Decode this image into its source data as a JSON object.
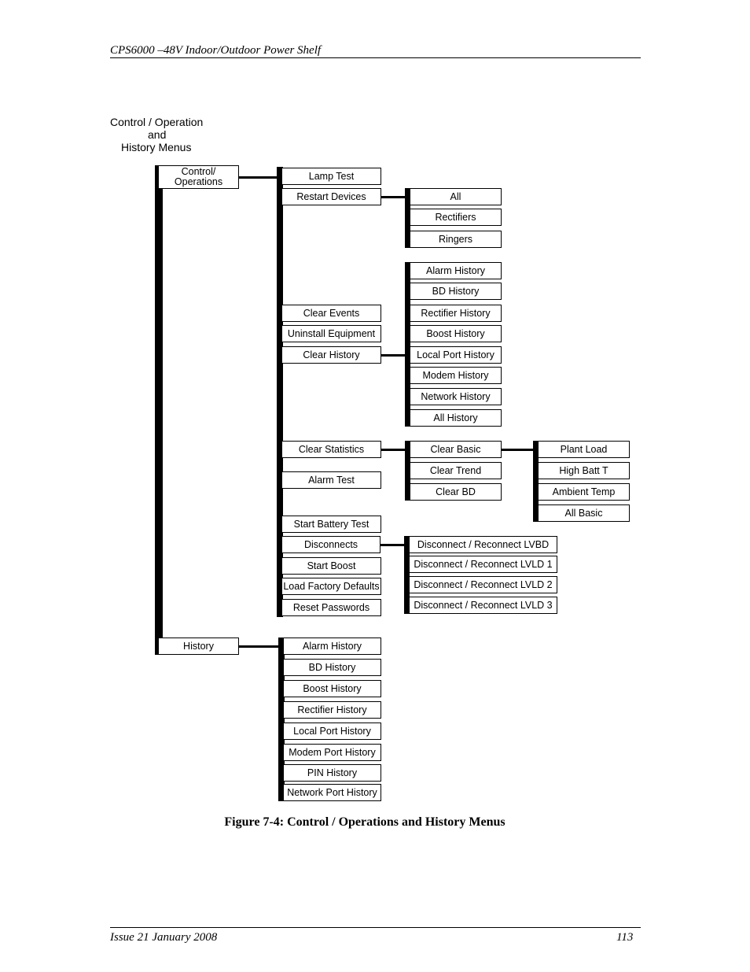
{
  "header": {
    "title": "CPS6000 –48V Indoor/Outdoor Power Shelf"
  },
  "footer": {
    "issue": "Issue 21 January 2008",
    "page": "113"
  },
  "diagram": {
    "title_lines": [
      "Control / Operation",
      "and",
      "History Menus"
    ],
    "caption": "Figure 7-4: Control / Operations and History Menus",
    "root": [
      "Control/ Operations",
      "History"
    ],
    "control_operations": [
      "Lamp Test",
      "Restart Devices",
      "Clear Events",
      "Uninstall Equipment",
      "Clear History",
      "Clear Statistics",
      "Alarm Test",
      "Start Battery Test",
      "Disconnects",
      "Start Boost",
      "Load Factory Defaults",
      "Reset Passwords"
    ],
    "restart_devices": [
      "All",
      "Rectifiers",
      "Ringers"
    ],
    "clear_history": [
      "Alarm History",
      "BD History",
      "Rectifier History",
      "Boost History",
      "Local Port History",
      "Modem History",
      "Network History",
      "All History"
    ],
    "clear_statistics": [
      "Clear Basic",
      "Clear Trend",
      "Clear BD"
    ],
    "clear_basic": [
      "Plant Load",
      "High Batt T",
      "Ambient Temp",
      "All Basic"
    ],
    "disconnects": [
      "Disconnect / Reconnect LVBD",
      "Disconnect / Reconnect LVLD 1",
      "Disconnect / Reconnect LVLD 2",
      "Disconnect / Reconnect LVLD 3"
    ],
    "history": [
      "Alarm History",
      "BD History",
      "Boost History",
      "Rectifier History",
      "Local Port History",
      "Modem Port History",
      "PIN History",
      "Network Port History"
    ]
  }
}
